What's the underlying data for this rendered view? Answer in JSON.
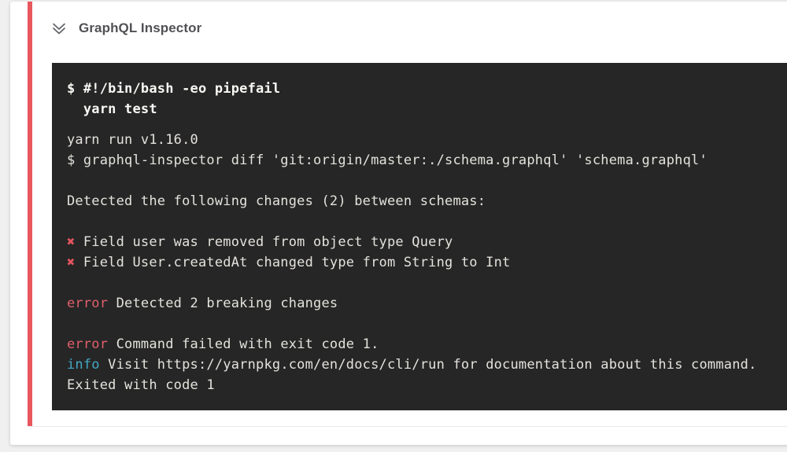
{
  "header": {
    "title": "GraphQL Inspector",
    "collapse_icon": "double-chevron-down-icon"
  },
  "colors": {
    "page_bg": "#f0f0f1",
    "card_bg": "#ffffff",
    "accent_red": "#e8575e",
    "terminal_bg": "#262626",
    "terminal_text": "#e4e2dd",
    "command_text": "#f8f7f4",
    "error_red": "#e0606a",
    "cross_red": "#e4545f",
    "info_cyan": "#44a8c5"
  },
  "terminal": {
    "command_lines": [
      "$ #!/bin/bash -eo pipefail",
      "  yarn test"
    ],
    "output_lines": [
      [
        {
          "text": "yarn run v1.16.0",
          "style": "plain"
        }
      ],
      [
        {
          "text": "$ graphql-inspector diff 'git:origin/master:./schema.graphql' 'schema.graphql'",
          "style": "plain"
        }
      ],
      [],
      [
        {
          "text": "Detected the following changes (2) between schemas:",
          "style": "plain"
        }
      ],
      [],
      [
        {
          "text": "✖",
          "style": "cross"
        },
        {
          "text": " Field user was removed from object type Query",
          "style": "plain"
        }
      ],
      [
        {
          "text": "✖",
          "style": "cross"
        },
        {
          "text": " Field User.createdAt changed type from String to Int",
          "style": "plain"
        }
      ],
      [],
      [
        {
          "text": "error",
          "style": "error"
        },
        {
          "text": " Detected 2 breaking changes",
          "style": "plain"
        }
      ],
      [],
      [
        {
          "text": "error",
          "style": "error"
        },
        {
          "text": " Command failed with exit code 1.",
          "style": "plain"
        }
      ],
      [
        {
          "text": "info",
          "style": "info"
        },
        {
          "text": " Visit https://yarnpkg.com/en/docs/cli/run for documentation about this command.",
          "style": "plain"
        }
      ],
      [
        {
          "text": "Exited with code 1",
          "style": "plain"
        }
      ]
    ]
  }
}
